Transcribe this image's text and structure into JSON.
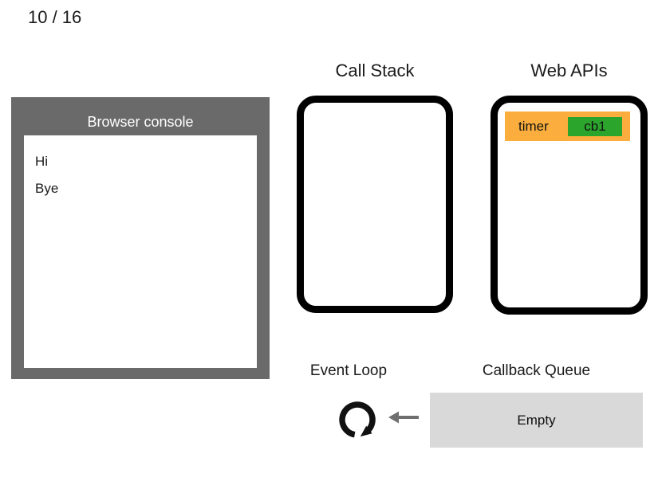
{
  "slide": {
    "counter": "10 / 16"
  },
  "console": {
    "title": "Browser console",
    "lines": [
      "Hi",
      "Bye"
    ]
  },
  "call_stack": {
    "title": "Call Stack"
  },
  "web_apis": {
    "title": "Web APIs",
    "tasks": [
      {
        "label": "timer",
        "callback": "cb1"
      }
    ]
  },
  "event_loop": {
    "title": "Event Loop",
    "icon": "clockwise-loop-arrow-icon"
  },
  "callback_queue": {
    "title": "Callback Queue",
    "status": "Empty"
  },
  "icons": {
    "queue_to_loop": "left-arrow-icon"
  },
  "colors": {
    "console_frame": "#6a6a6a",
    "console_screen": "#ffffff",
    "box_border": "#000000",
    "task_bg": "#fbae3d",
    "callback_chip_bg": "#2ca52c",
    "queue_bg": "#d9d9d9",
    "arrow_gray": "#6f6f6f",
    "text": "#1a1a1a"
  }
}
